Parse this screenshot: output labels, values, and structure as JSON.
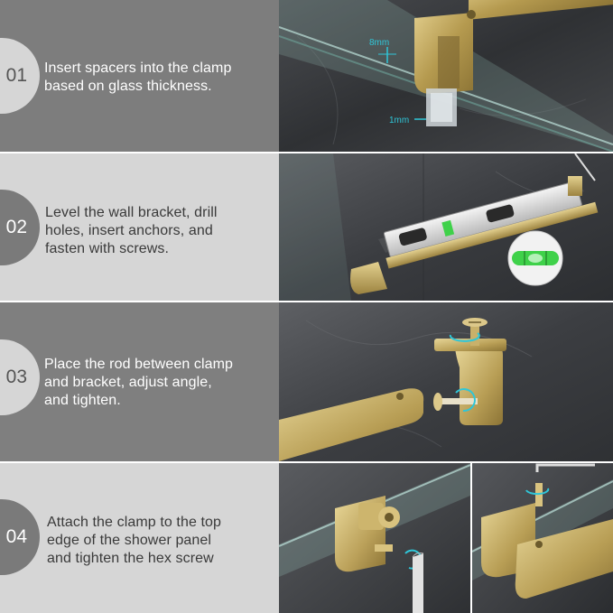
{
  "steps": [
    {
      "number": "01",
      "lines": [
        "Insert spacers into the clamp",
        "based on glass thickness."
      ],
      "callouts": [
        "8mm",
        "1mm"
      ]
    },
    {
      "number": "02",
      "lines": [
        "Level the wall bracket, drill",
        "holes, insert anchors, and",
        "fasten with screws."
      ]
    },
    {
      "number": "03",
      "lines": [
        "Place the rod between clamp",
        "and bracket, adjust angle,",
        "and tighten."
      ]
    },
    {
      "number": "04",
      "lines": [
        "Attach the clamp to the top",
        "edge of the shower panel",
        "and tighten the hex screw"
      ]
    }
  ],
  "colors": {
    "brass": "#b59a4f",
    "brass_light": "#d9c37f",
    "wall": "#3b3d40",
    "glass": "#7fa8a0",
    "cyan_callout": "#2fc6d8",
    "level_green": "#3fd14a"
  }
}
